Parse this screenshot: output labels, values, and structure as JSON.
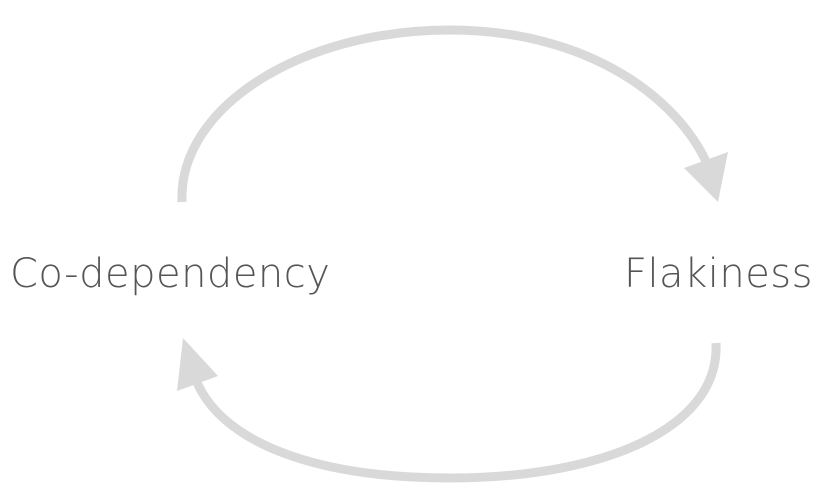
{
  "diagram": {
    "nodes": [
      {
        "id": "left",
        "label": "Co-dependency"
      },
      {
        "id": "right",
        "label": "Flakiness"
      }
    ],
    "edges": [
      {
        "from": "left",
        "to": "right"
      },
      {
        "from": "right",
        "to": "left"
      }
    ]
  },
  "colors": {
    "arrow": "#d9d9d9",
    "text": "#555555"
  }
}
